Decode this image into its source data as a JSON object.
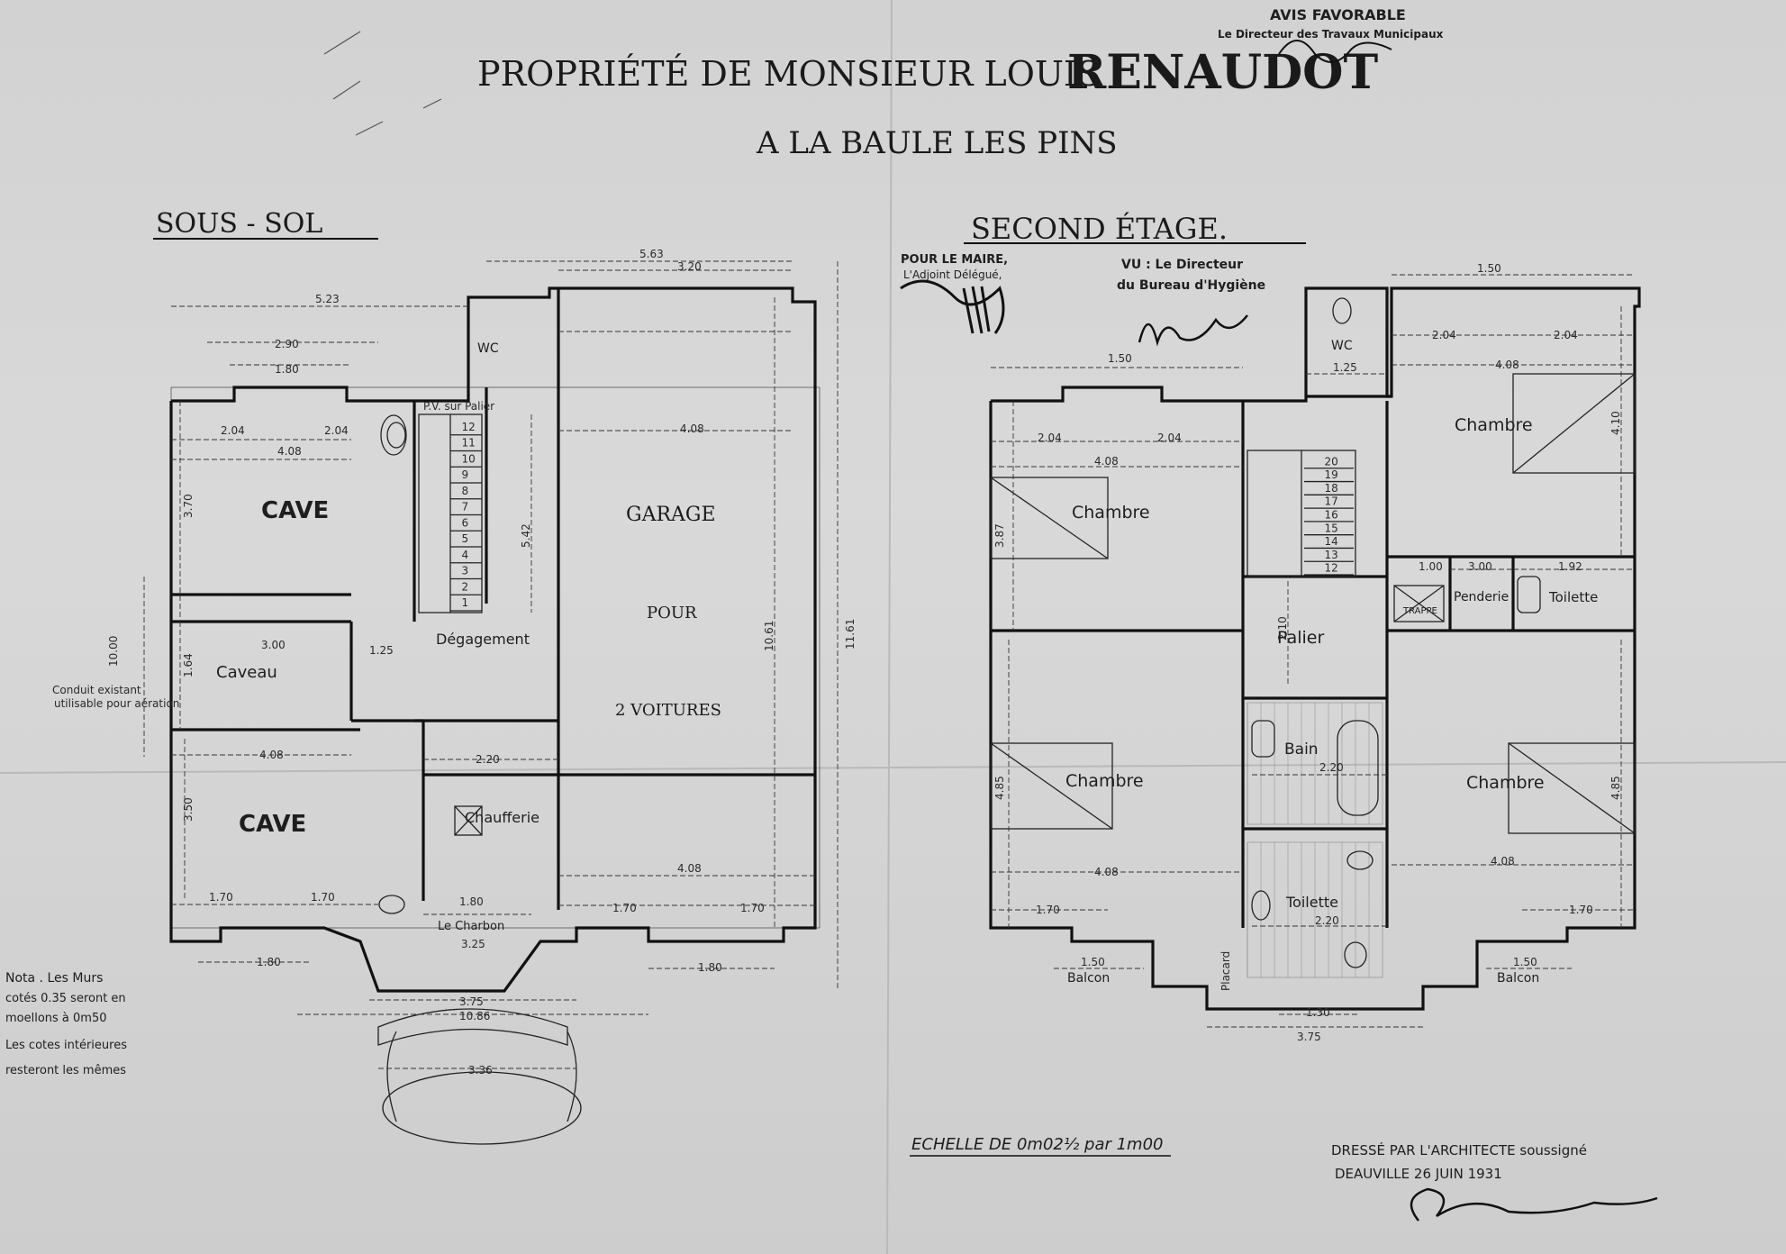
{
  "header": {
    "title_line1_prefix": "PROPRIÉTÉ DE MONSIEUR LOUIS",
    "title_owner": "RENAUDOT",
    "title_line2": "A LA BAULE LES PINS"
  },
  "stamps": {
    "approval_title": "AVIS FAVORABLE",
    "approval_subtitle": "Le Directeur des Travaux Municipaux",
    "mayor_line1": "POUR LE MAIRE,",
    "mayor_line2": "L'Adjoint Délégué,",
    "hygiene_line1": "VU : Le Directeur",
    "hygiene_line2": "du Bureau d'Hygiène"
  },
  "basement": {
    "heading": "SOUS - SOL",
    "rooms": {
      "cellar_top": "CAVE",
      "wine_cellar": "Caveau",
      "passage": "Dégagement",
      "garage": "GARAGE",
      "garage_pour": "POUR",
      "garage_cars": "2 VOITURES",
      "boiler": "Chaufferie",
      "coal": "Le Charbon",
      "cellar_bottom": "CAVE",
      "wc": "WC"
    },
    "duct_note_line1": "Conduit existant",
    "duct_note_line2": "utilisable pour aération",
    "stair_note": "P.V. sur Palier"
  },
  "second_floor": {
    "heading": "SECOND ÉTAGE.",
    "rooms": {
      "bedroom_nw": "Chambre",
      "bedroom_ne": "Chambre",
      "bedroom_sw": "Chambre",
      "bedroom_se": "Chambre",
      "landing": "Palier",
      "bath": "Bain",
      "toilet_center": "Toilette",
      "toilet_east": "Toilette",
      "wardrobe": "Penderie",
      "trap": "TRAPPE",
      "wc": "WC",
      "balcony_w": "Balcon",
      "balcony_e": "Balcon",
      "closet": "Placard"
    }
  },
  "dimensions": {
    "b_overall": "5.23",
    "b_cave_w": "4.08",
    "b_half1": "2.04",
    "b_half2": "2.04",
    "b_window1": "2.90",
    "b_window2": "1.80",
    "b_cave_h": "3.70",
    "b_caveau_w": "3.00",
    "b_caveau_h": "1.64",
    "b_lower_w": "4.08",
    "b_lower_h": "3.50",
    "b_bottom1": "1.70",
    "b_bottom2": "1.70",
    "b_bay1": "1.80",
    "b_total_h": "10.00",
    "b_garage_w": "4.08",
    "b_garage_top": "5.63",
    "b_garage_top2": "3.20",
    "b_garage_h": "10.61",
    "b_garage_right_h": "11.61",
    "b_garage_lower": "4.08",
    "b_garage_b1": "1.70",
    "b_garage_b2": "1.70",
    "b_garage_bay": "1.80",
    "b_boiler_w": "2.20",
    "b_coal_w": "1.80",
    "b_coal_w2": "3.25",
    "b_arc": "3.75",
    "b_arc2": "10.86",
    "b_steps": "3.36",
    "b_stairs_h": "5.42",
    "b_passage": "1.25",
    "s_top_w": "1.50",
    "s_nw_w": "4.08",
    "s_nw_h1": "2.04",
    "s_nw_h2": "2.04",
    "s_nw_h": "3.87",
    "s_sw_h": "4.85",
    "s_sw_w": "4.08",
    "s_sw_b": "1.70",
    "s_ne_top": "1.50",
    "s_ne_h1": "2.04",
    "s_ne_h2": "2.04",
    "s_ne_w": "4.08",
    "s_ne_h": "4.10",
    "s_se_h": "4.85",
    "s_se_w": "4.08",
    "s_se_b": "1.70",
    "s_bath_w": "2.20",
    "s_toilet_w": "2.20",
    "s_landing_w": "2.10",
    "s_wc_w": "1.25",
    "s_bal_w1": "1.50",
    "s_bal_w2": "1.50",
    "s_center_w": "3.75",
    "s_center_w2": "1.30",
    "s_wardrobe_w": "3.00",
    "s_toilet_e_w": "1.92",
    "s_pend_w": "1.00"
  },
  "stair_numbers": [
    "1",
    "2",
    "3",
    "4",
    "5",
    "6",
    "7",
    "8",
    "9",
    "10",
    "11",
    "12"
  ],
  "stair_numbers_2": [
    "12",
    "13",
    "14",
    "15",
    "16",
    "17",
    "18",
    "19",
    "20"
  ],
  "note": {
    "line1": "Nota . Les Murs",
    "line2": "cotés 0.35 seront en",
    "line3": "moellons à 0m50",
    "line4": "Les cotes intérieures",
    "line5": "resteront les mêmes"
  },
  "scale_text": "ECHELLE DE 0m02½ par 1m00",
  "architect": {
    "line1": "DRESSÉ PAR L'ARCHITECTE soussigné",
    "line2": "DEAUVILLE 26 JUIN 1931"
  }
}
